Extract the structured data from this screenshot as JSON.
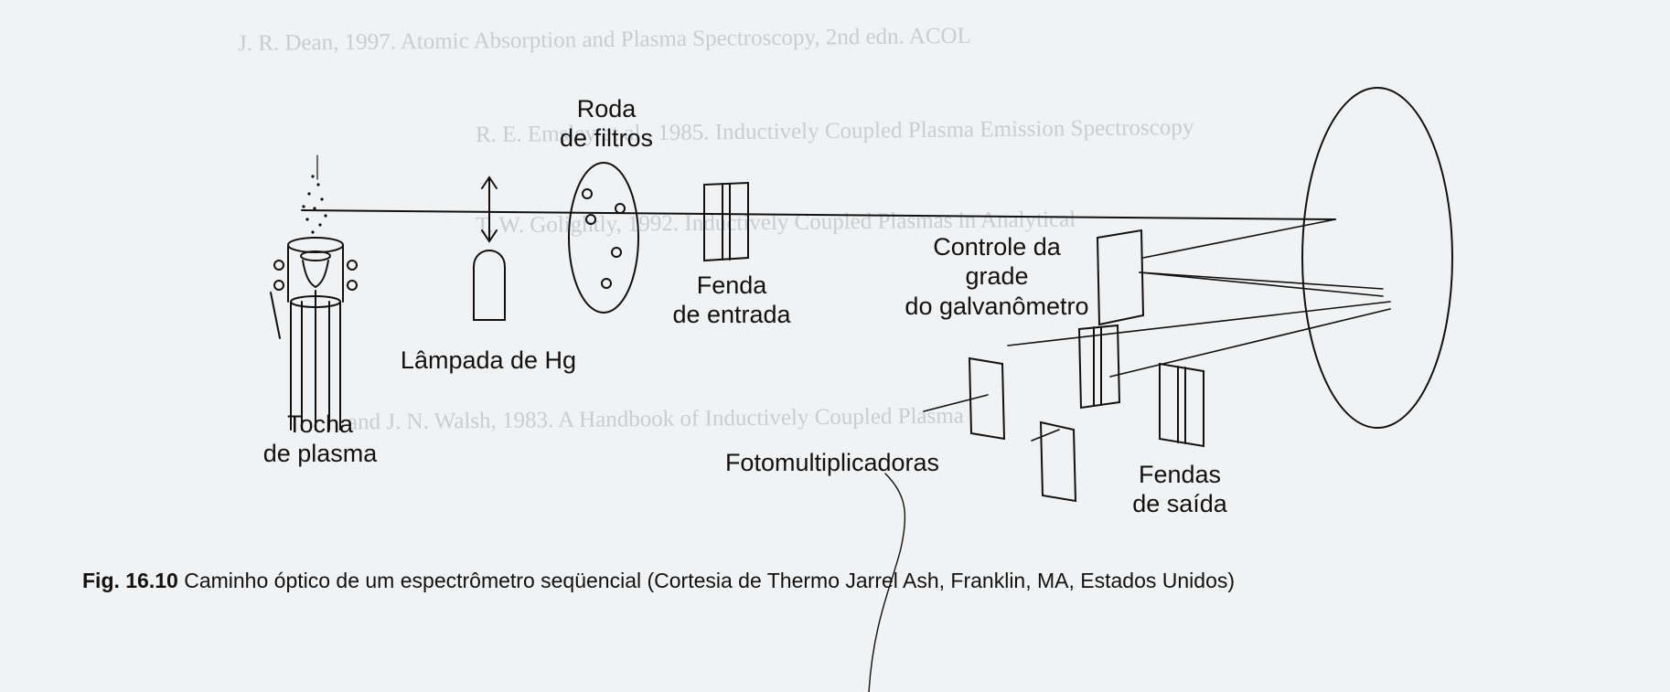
{
  "labels": {
    "roda": [
      "Roda",
      "de filtros"
    ],
    "fenda_entrada": [
      "Fenda",
      "de entrada"
    ],
    "lampada": "Lâmpada de Hg",
    "tocha": [
      "Tocha",
      "de plasma"
    ],
    "controle": [
      "Controle da",
      "grade",
      "do galvanômetro"
    ],
    "fotomultiplicadoras": "Fotomultiplicadoras",
    "fendas_saida": [
      "Fendas",
      "de saída"
    ]
  },
  "caption": {
    "number": "Fig. 16.10",
    "text": "Caminho óptico de um espectrômetro seqüencial (Cortesia de Thermo Jarrel Ash, Franklin, MA, Estados Unidos)"
  },
  "bleed_through": [
    "J. R. Dean, 1997. Atomic Absorption and Plasma Spectroscopy, 2nd edn. ACOL",
    "R. E. Emsley et al., 1985. Inductively Coupled Plasma Emission Spectroscopy",
    "T. W. Golightly, 1992. Inductively Coupled Plasmas in Analytical",
    "and J. N. Walsh, 1983. A Handbook of Inductively Coupled Plasma"
  ],
  "colors": {
    "ink": "#111111",
    "paper": "#f1f2f3",
    "bleed": "#a9afb6"
  }
}
